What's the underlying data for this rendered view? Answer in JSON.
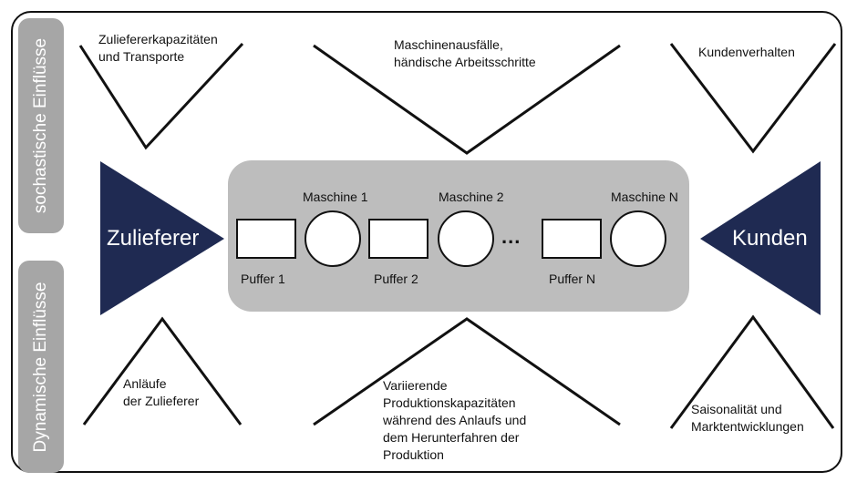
{
  "side_labels": {
    "top": "sochastische Einflüsse",
    "bottom": "Dynamische Einflüsse"
  },
  "supplier": "Zulieferer",
  "customer": "Kunden",
  "stochastic": {
    "supplier": [
      "Zuliefererkapazitäten",
      "und  Transporte"
    ],
    "machines": [
      "Maschinenausfälle,",
      "händische Arbeitsschritte"
    ],
    "customer": [
      "Kundenverhalten"
    ]
  },
  "dynamic": {
    "supplier": [
      "Anläufe",
      "der Zulieferer"
    ],
    "machines": [
      "Variierende",
      "Produktionskapazitäten",
      "während des Anlaufs und",
      "dem Herunterfahren der",
      "Produktion"
    ],
    "customer": [
      "Saisonalität und",
      "Marktentwicklungen"
    ]
  },
  "machines": [
    "Maschine 1",
    "Maschine 2",
    "Maschine N"
  ],
  "buffers": [
    "Puffer 1",
    "Puffer 2",
    "Puffer N"
  ],
  "ellipsis": "...",
  "colors": {
    "triangle": "#1f2a52",
    "center_box": "#bdbdbd",
    "side_tab": "#a6a6a6",
    "stroke": "#111111"
  }
}
